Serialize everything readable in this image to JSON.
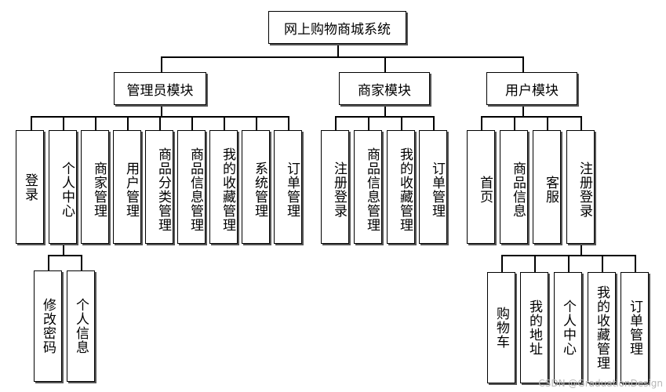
{
  "root": "网上购物商城系统",
  "modules": {
    "admin": {
      "label": "管理员模块",
      "children": [
        "登录",
        "个人中心",
        "商家管理",
        "用户管理",
        "商品分类管理",
        "商品信息管理",
        "我的收藏管理",
        "系统管理",
        "订单管理"
      ],
      "personal_center_children": [
        "修改密码",
        "个人信息"
      ]
    },
    "merchant": {
      "label": "商家模块",
      "children": [
        "注册登录",
        "商品信息管理",
        "我的收藏管理",
        "订单管理"
      ]
    },
    "user": {
      "label": "用户模块",
      "children": [
        "首页",
        "商品信息",
        "客服",
        "注册登录"
      ],
      "register_children": [
        "购物车",
        "我的地址",
        "个人中心",
        "我的收藏管理",
        "订单管理"
      ]
    }
  },
  "watermark": "CSDN @GraduationDesign"
}
